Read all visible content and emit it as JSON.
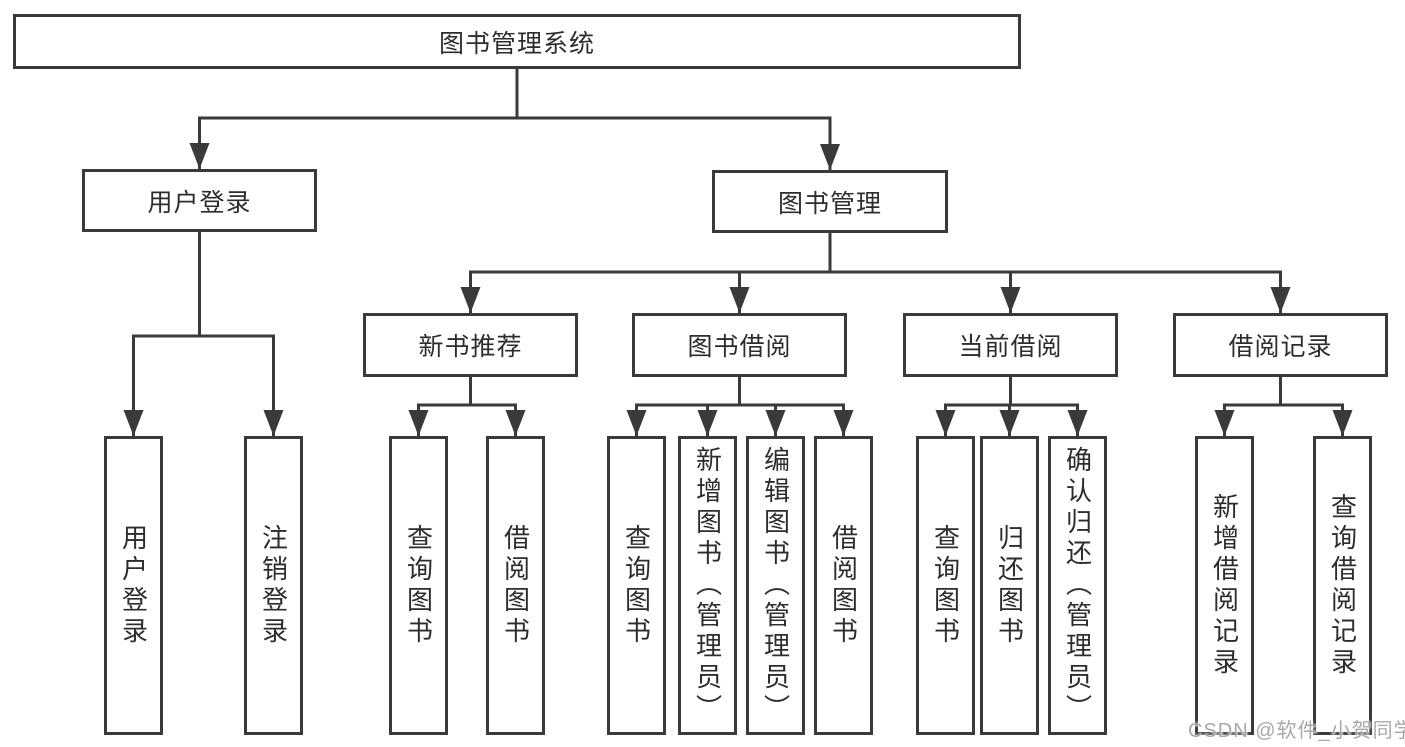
{
  "colors": {
    "line": "#3a3a3a",
    "box_border": "#3a3a3a",
    "text": "#2d2d2d",
    "watermark": "#a8a8a8",
    "background": "#ffffff"
  },
  "tree": {
    "root_label": "图书管理系统",
    "user_login": {
      "label": "用户登录",
      "children": [
        "用户登录",
        "注销登录"
      ]
    },
    "book_management": {
      "label": "图书管理",
      "groups": [
        {
          "label": "新书推荐",
          "children": [
            "查询图书",
            "借阅图书"
          ]
        },
        {
          "label": "图书借阅",
          "children": [
            "查询图书",
            "新增图书（管理员）",
            "编辑图书（管理员）",
            "借阅图书"
          ]
        },
        {
          "label": "当前借阅",
          "children": [
            "查询图书",
            "归还图书",
            "确认归还（管理员）"
          ]
        },
        {
          "label": "借阅记录",
          "children": [
            "新增借阅记录",
            "查询借阅记录"
          ]
        }
      ]
    }
  },
  "watermark": "CSDN @软件_小贺同学"
}
